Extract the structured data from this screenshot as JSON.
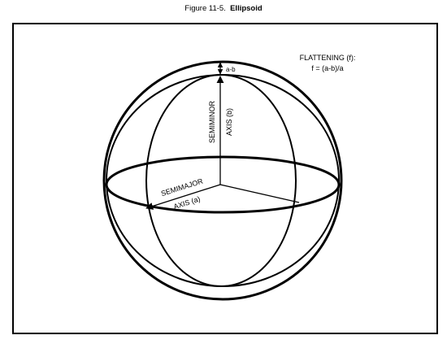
{
  "caption": {
    "number": "Figure 11-5.",
    "title": "Ellipsoid"
  },
  "labels": {
    "flattening_title": "FLATTENING (f):",
    "flattening_formula": "f = (a-b)/a",
    "a_minus_b": "a-b",
    "semiminor_line1": "SEMIMINOR",
    "semiminor_line2": "AXIS (b)",
    "semimajor_line1": "SEMIMAJOR",
    "semimajor_line2": "AXIS (a)"
  },
  "colors": {
    "ink": "#000000",
    "background": "#ffffff"
  }
}
